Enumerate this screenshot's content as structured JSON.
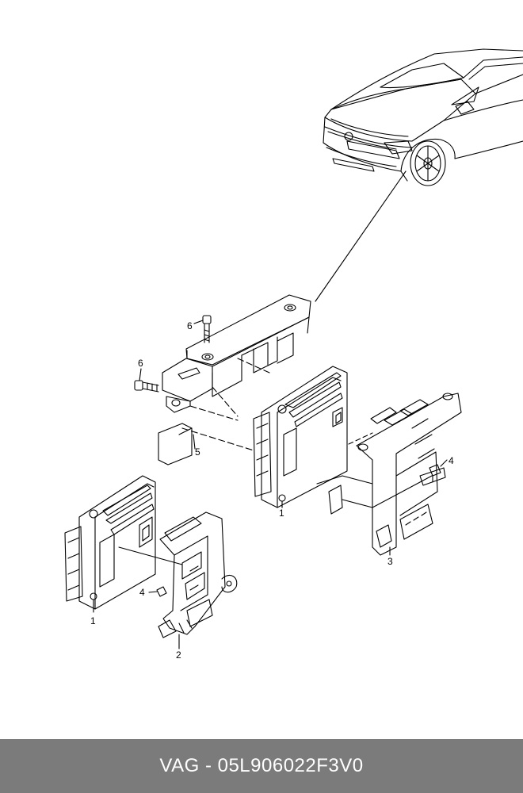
{
  "diagram": {
    "callouts": {
      "c1_upper": "1",
      "c1_lower": "1",
      "c2": "2",
      "c3": "3",
      "c4_right": "4",
      "c4_left": "4",
      "c5": "5",
      "c6_top": "6",
      "c6_left": "6"
    }
  },
  "footer": {
    "text": "VAG - 05L906022F3V0"
  },
  "colors": {
    "footer_bg": "#7b7b7b",
    "footer_text": "#ffffff",
    "line": "#000000",
    "background": "#ffffff"
  }
}
